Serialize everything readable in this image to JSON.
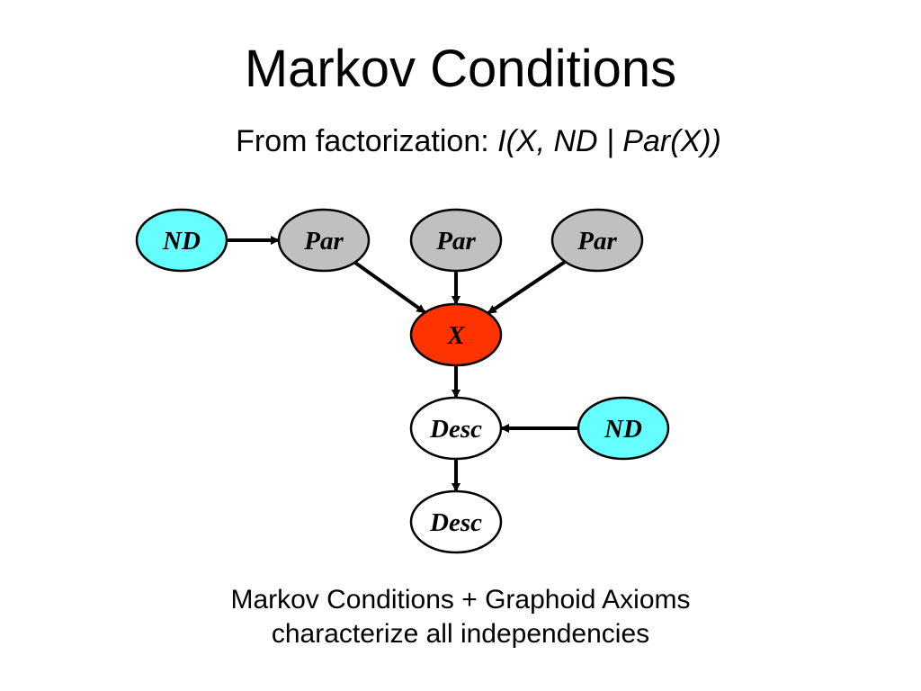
{
  "title": "Markov Conditions",
  "subtitle": {
    "prefix": "From factorization: ",
    "formula": "I(X, ND | Par(X))"
  },
  "colors": {
    "nd_fill": "#66ffff",
    "par_fill": "#c0c0c0",
    "x_fill": "#ff3300",
    "desc_fill": "#ffffff",
    "stroke": "#000000"
  },
  "nodes": [
    {
      "id": "nd1",
      "label": "ND",
      "kind": "non-descendant"
    },
    {
      "id": "par1",
      "label": "Par",
      "kind": "parent"
    },
    {
      "id": "par2",
      "label": "Par",
      "kind": "parent"
    },
    {
      "id": "par3",
      "label": "Par",
      "kind": "parent"
    },
    {
      "id": "x",
      "label": "X",
      "kind": "target"
    },
    {
      "id": "desc1",
      "label": "Desc",
      "kind": "descendant"
    },
    {
      "id": "nd2",
      "label": "ND",
      "kind": "non-descendant"
    },
    {
      "id": "desc2",
      "label": "Desc",
      "kind": "descendant"
    }
  ],
  "edges": [
    {
      "from": "nd1",
      "to": "par1"
    },
    {
      "from": "par1",
      "to": "x"
    },
    {
      "from": "par2",
      "to": "x"
    },
    {
      "from": "par3",
      "to": "x"
    },
    {
      "from": "x",
      "to": "desc1"
    },
    {
      "from": "nd2",
      "to": "desc1"
    },
    {
      "from": "desc1",
      "to": "desc2"
    }
  ],
  "caption": {
    "line1": "Markov Conditions + Graphoid Axioms",
    "line2": "characterize all independencies"
  }
}
